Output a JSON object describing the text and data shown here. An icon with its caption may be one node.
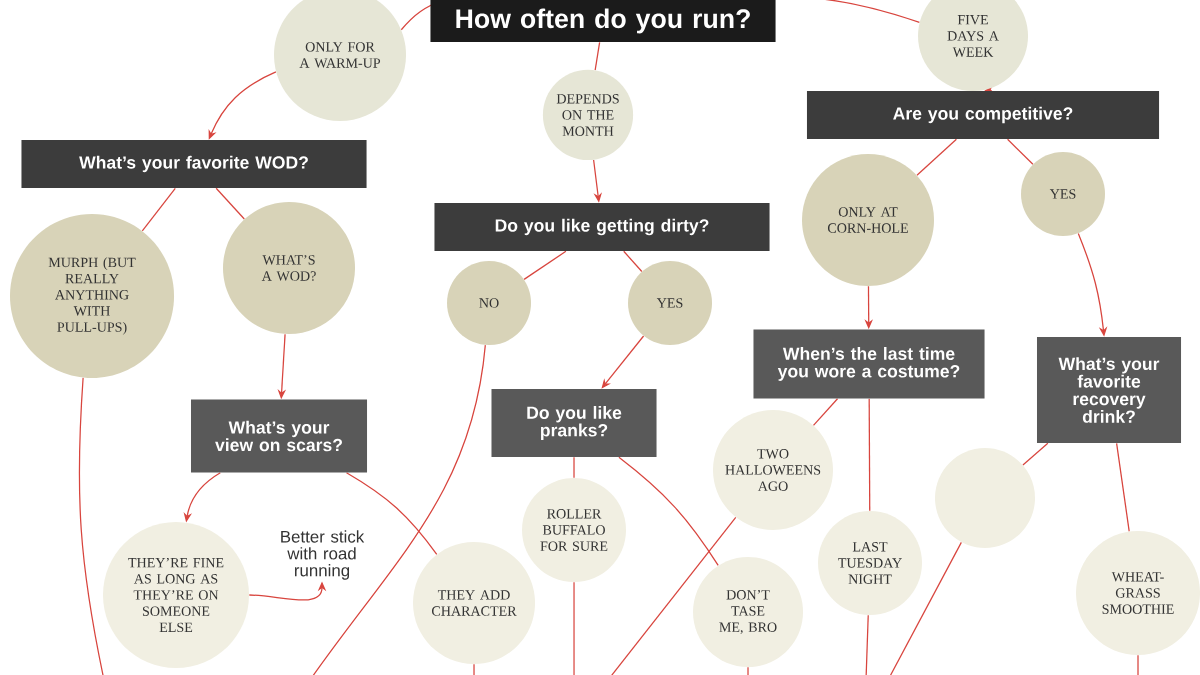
{
  "diagram": {
    "nodes": [
      {
        "text": [
          "How often do you run?"
        ]
      },
      {
        "text": [
          "ONLY FOR A WARM-UP"
        ]
      },
      {
        "text": [
          "DEPENDS ON THE MONTH"
        ]
      },
      {
        "text": [
          "FIVE DAYS A WEEK"
        ]
      },
      {
        "text": [
          "What’s your favorite WOD?"
        ]
      },
      {
        "text": [
          "Do you like getting dirty?"
        ]
      },
      {
        "text": [
          "Are you competitive?"
        ]
      },
      {
        "text": [
          "MURPH (BUT REALLY ANYTHING WITH PULL-UPS)"
        ]
      },
      {
        "text": [
          "WHAT’S A WOD?"
        ]
      },
      {
        "text": [
          "NO"
        ]
      },
      {
        "text": [
          "YES"
        ]
      },
      {
        "text": [
          "ONLY AT CORN-HOLE"
        ]
      },
      {
        "text": [
          "YES"
        ]
      },
      {
        "text": [
          "What’s your view on scars?"
        ]
      },
      {
        "text": [
          "Do you like pranks?"
        ]
      },
      {
        "text": [
          "When’s the last time you wore a costume?"
        ]
      },
      {
        "text": [
          "What’s your favorite recovery drink?"
        ]
      },
      {
        "text": [
          "THEY’RE FINE AS LONG AS THEY’RE ON SOMEONE ELSE"
        ]
      },
      {
        "text": [
          "Better stick with road running"
        ]
      },
      {
        "text": [
          "THEY ADD CHARACTER"
        ]
      },
      {
        "text": [
          "ROLLER BUFFALO FOR SURE"
        ]
      },
      {
        "text": [
          "TWO HALLOWEENS AGO"
        ]
      },
      {
        "text": [
          "DON’T TASE ME, BRO"
        ]
      },
      {
        "text": [
          "LAST TUESDAY NIGHT"
        ]
      },
      {
        "text": [],
        "shape": "circle"
      },
      {
        "text": [
          "WHEAT-GRASS SMOOTHIE"
        ]
      }
    ],
    "edges": [
      {
        "from": 0,
        "to": 1,
        "arrow": "none"
      },
      {
        "from": 0,
        "to": 2,
        "arrow": "none"
      },
      {
        "from": 0,
        "to": 3,
        "arrow": "none"
      },
      {
        "from": 1,
        "to": 4,
        "arrow": "to"
      },
      {
        "from": 2,
        "to": 5,
        "arrow": "to"
      },
      {
        "from": 3,
        "to": 6,
        "arrow": "to"
      },
      {
        "from": 4,
        "to": 7,
        "arrow": "none"
      },
      {
        "from": 4,
        "to": 8,
        "arrow": "none"
      },
      {
        "from": 5,
        "to": 9,
        "arrow": "none"
      },
      {
        "from": 5,
        "to": 10,
        "arrow": "none"
      },
      {
        "from": 6,
        "to": 11,
        "arrow": "none"
      },
      {
        "from": 6,
        "to": 12,
        "arrow": "none"
      },
      {
        "from": 8,
        "to": 13,
        "arrow": "to"
      },
      {
        "from": 10,
        "to": 14,
        "arrow": "to"
      },
      {
        "from": 11,
        "to": 15,
        "arrow": "to"
      },
      {
        "from": 12,
        "to": 16,
        "arrow": "to"
      },
      {
        "from": 13,
        "to": 17,
        "arrow": "to"
      },
      {
        "from": 17,
        "to": 18,
        "arrow": "to"
      },
      {
        "from": 13,
        "to": 19,
        "arrow": "none"
      },
      {
        "from": 14,
        "to": 20,
        "arrow": "none"
      },
      {
        "from": 14,
        "to": 22,
        "arrow": "none"
      },
      {
        "from": 15,
        "to": 21,
        "arrow": "none"
      },
      {
        "from": 15,
        "to": 23,
        "arrow": "none"
      },
      {
        "from": 16,
        "to": 24,
        "arrow": "none"
      },
      {
        "from": 16,
        "to": 25,
        "arrow": "none"
      },
      {
        "from": 7,
        "to": null,
        "arrow": "none"
      },
      {
        "from": 9,
        "to": null,
        "arrow": "none"
      },
      {
        "from": 19,
        "to": null,
        "arrow": "none"
      },
      {
        "from": 20,
        "to": null,
        "arrow": "none"
      },
      {
        "from": 21,
        "to": null,
        "arrow": "none"
      },
      {
        "from": 22,
        "to": null,
        "arrow": "none"
      },
      {
        "from": 23,
        "to": null,
        "arrow": "none"
      },
      {
        "from": 24,
        "to": null,
        "arrow": "none"
      },
      {
        "from": 25,
        "to": null,
        "arrow": "none"
      }
    ]
  }
}
